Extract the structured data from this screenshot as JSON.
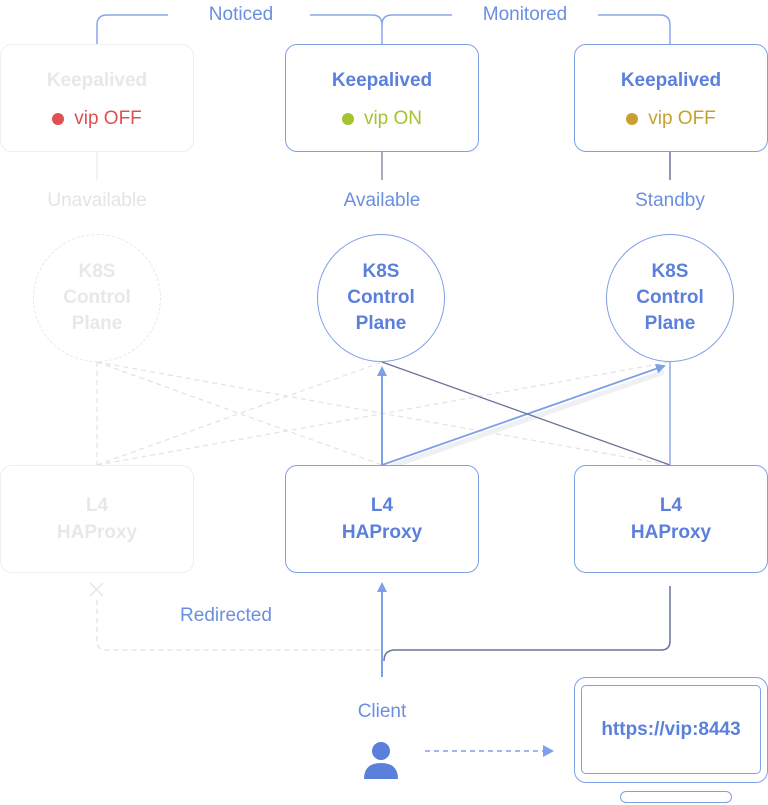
{
  "colors": {
    "accent": "#5b80dc",
    "line_blue": "#7f9fe6",
    "line_dark": "#6a739a",
    "faded": "#e8e8e8",
    "vip_off_red": "#e05050",
    "vip_on_green": "#a3c42f",
    "vip_standby_gold": "#c9a030"
  },
  "top_labels": {
    "noticed": "Noticed",
    "monitored": "Monitored"
  },
  "nodes": [
    {
      "keepalived": {
        "title": "Keepalived",
        "vip": "vip OFF",
        "vip_status": "off-failed"
      },
      "state": "Unavailable",
      "control_plane": [
        "K8S",
        "Control",
        "Plane"
      ],
      "haproxy": [
        "L4",
        "HAProxy"
      ],
      "faded": true
    },
    {
      "keepalived": {
        "title": "Keepalived",
        "vip": "vip ON",
        "vip_status": "on"
      },
      "state": "Available",
      "control_plane": [
        "K8S",
        "Control",
        "Plane"
      ],
      "haproxy": [
        "L4",
        "HAProxy"
      ],
      "faded": false
    },
    {
      "keepalived": {
        "title": "Keepalived",
        "vip": "vip OFF",
        "vip_status": "off-standby"
      },
      "state": "Standby",
      "control_plane": [
        "K8S",
        "Control",
        "Plane"
      ],
      "haproxy": [
        "L4",
        "HAProxy"
      ],
      "faded": false
    }
  ],
  "redirect_label": "Redirected",
  "client": {
    "label": "Client",
    "icon": "user-icon"
  },
  "monitor": {
    "url": "https://vip:8443",
    "icon": "monitor-icon"
  }
}
